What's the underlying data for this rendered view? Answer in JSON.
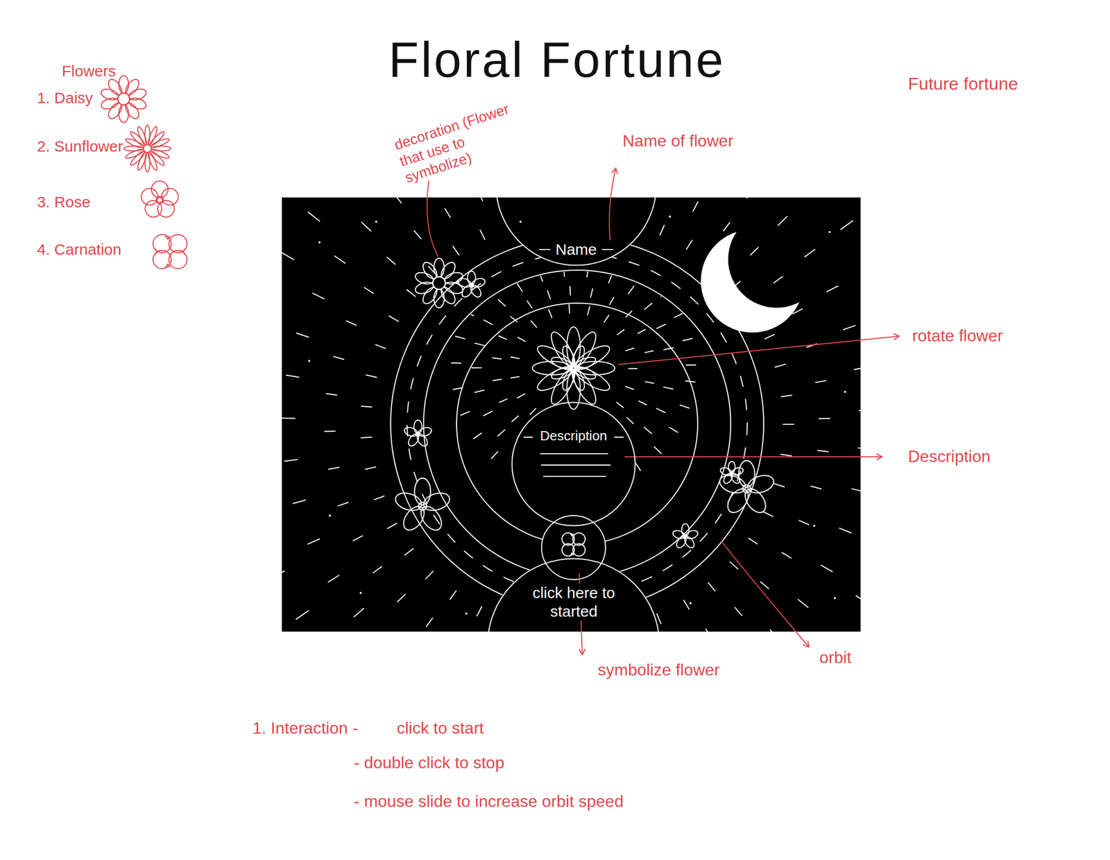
{
  "diagram": {
    "title": "Floral Fortune",
    "nodes": [
      {
        "text": [
          "Name"
        ]
      },
      {
        "text": [
          "Description"
        ]
      },
      {
        "text": [
          "click here to started"
        ]
      }
    ],
    "labels": [
      "Flowers",
      "1. Daisy",
      "2. Sunflower",
      "3. Rose",
      "4. Carnation",
      "Future fortune",
      "decoration (Flower that use to symbolize)",
      "Name of flower",
      "rotate flower",
      "Description",
      "symbolize flower",
      "orbit",
      "1. Interaction -",
      "click to start",
      "- double click to stop",
      "- mouse slide to increase orbit speed"
    ]
  }
}
